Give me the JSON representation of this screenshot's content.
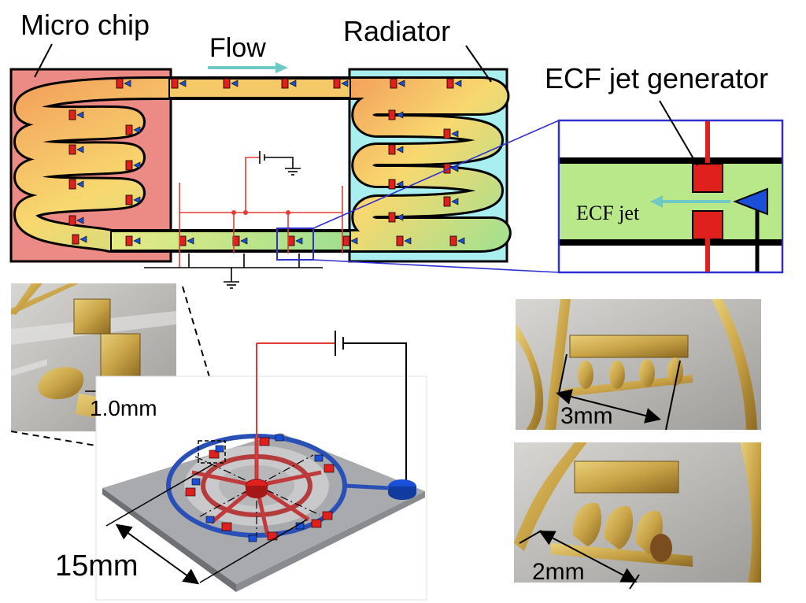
{
  "labels": {
    "micro_chip": "Micro chip",
    "flow": "Flow",
    "radiator": "Radiator",
    "ecf_jet_generator": "ECF jet generator",
    "ecf_jet": "ECF jet",
    "photo_scale_1": "1.0mm",
    "dimension_15": "15mm",
    "dimension_3": "3mm",
    "dimension_2": "2mm"
  },
  "colors": {
    "micro_chip_bg": "#ec8a86",
    "radiator_bg": "#a9efef",
    "channel_yellow": "#f8d86f",
    "channel_orange": "#f2a060",
    "channel_green": "#a8e08e",
    "electrode_red": "#e0201c",
    "electrode_blue": "#1a4fd8",
    "jet_arrow": "#6fc9c4",
    "wire_red": "#e53b36",
    "zoom_frame": "#3030d0",
    "substrate_gray": "#a8aaad",
    "gold": "#c9a347"
  }
}
